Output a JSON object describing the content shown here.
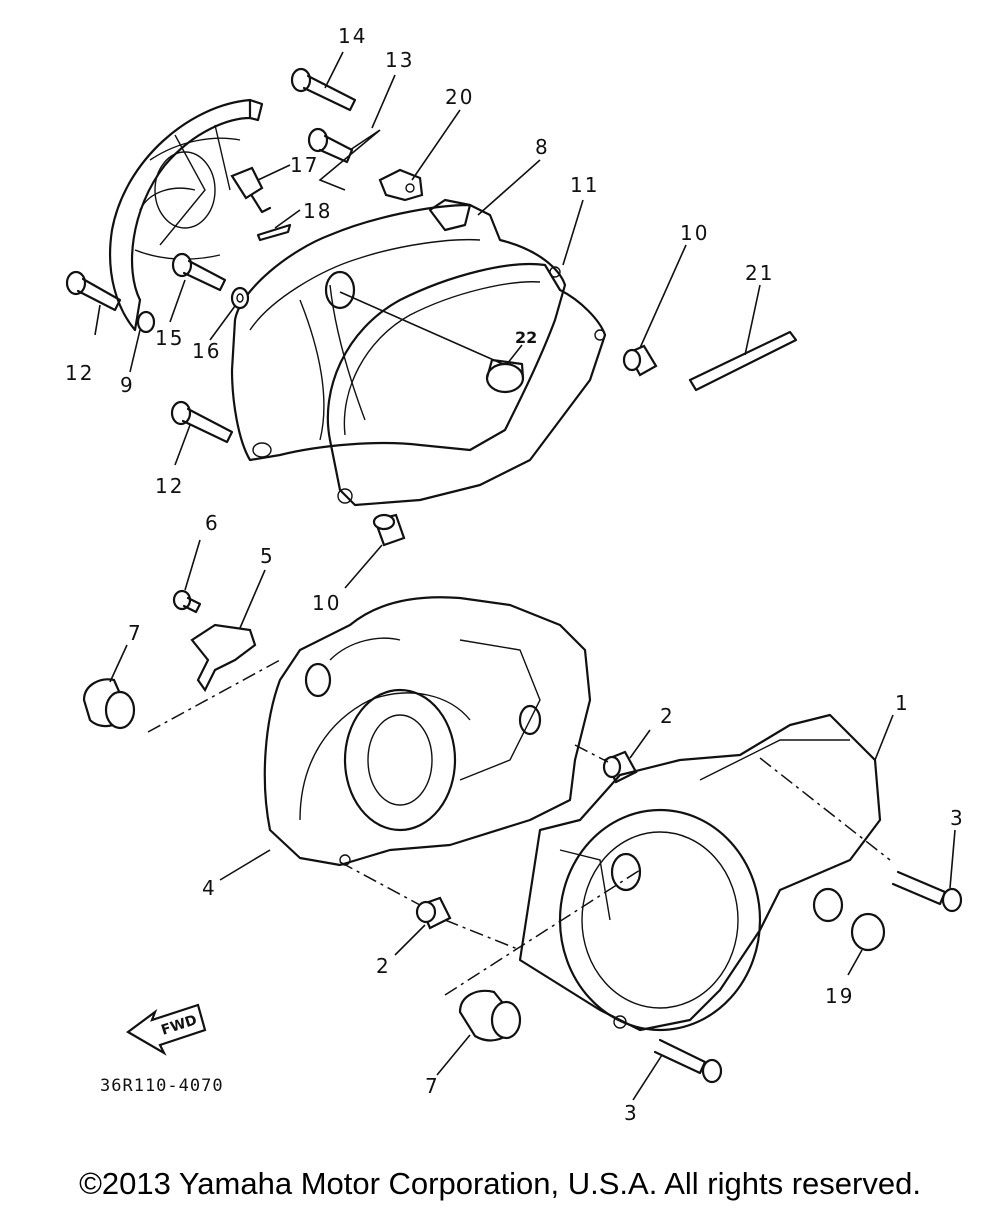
{
  "diagram": {
    "part_code": "36R110-4070",
    "fwd_label": "FWD",
    "callouts": {
      "c1": "1",
      "c2a": "2",
      "c2b": "2",
      "c3a": "3",
      "c3b": "3",
      "c4": "4",
      "c5": "5",
      "c6": "6",
      "c7a": "7",
      "c7b": "7",
      "c8": "8",
      "c9": "9",
      "c10a": "10",
      "c10b": "10",
      "c11": "11",
      "c12a": "12",
      "c12b": "12",
      "c13": "13",
      "c14": "14",
      "c15": "15",
      "c16": "16",
      "c17": "17",
      "c18": "18",
      "c19": "19",
      "c20": "20",
      "c21": "21",
      "c22": "22"
    }
  },
  "footer": {
    "copyright": "©2013 Yamaha Motor Corporation, U.S.A. All rights reserved."
  }
}
